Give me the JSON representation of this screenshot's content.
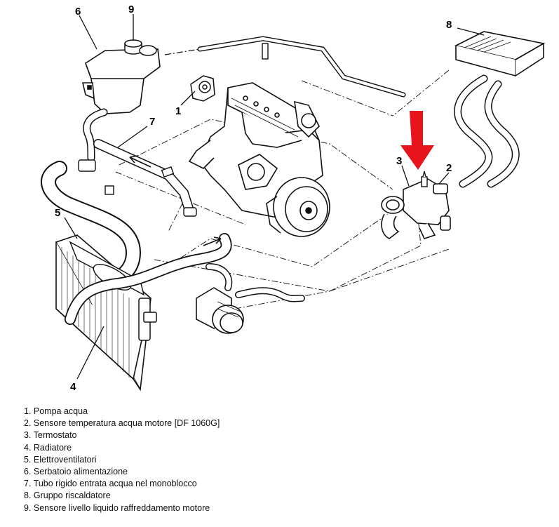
{
  "callouts": [
    "1",
    "2",
    "3",
    "4",
    "5",
    "6",
    "7",
    "8",
    "9"
  ],
  "legend": [
    "1. Pompa acqua",
    "2. Sensore temperatura acqua motore [DF 1060G]",
    "3. Termostato",
    "4. Radiatore",
    "5. Elettroventilatori",
    "6. Serbatoio alimentazione",
    "7. Tubo rigido entrata acqua nel monoblocco",
    "8. Gruppo riscaldatore",
    "9. Sensore livello liquido raffreddamento motore"
  ],
  "colors": {
    "line": "#111111",
    "arrow": "#e8141b",
    "background": "#ffffff"
  }
}
